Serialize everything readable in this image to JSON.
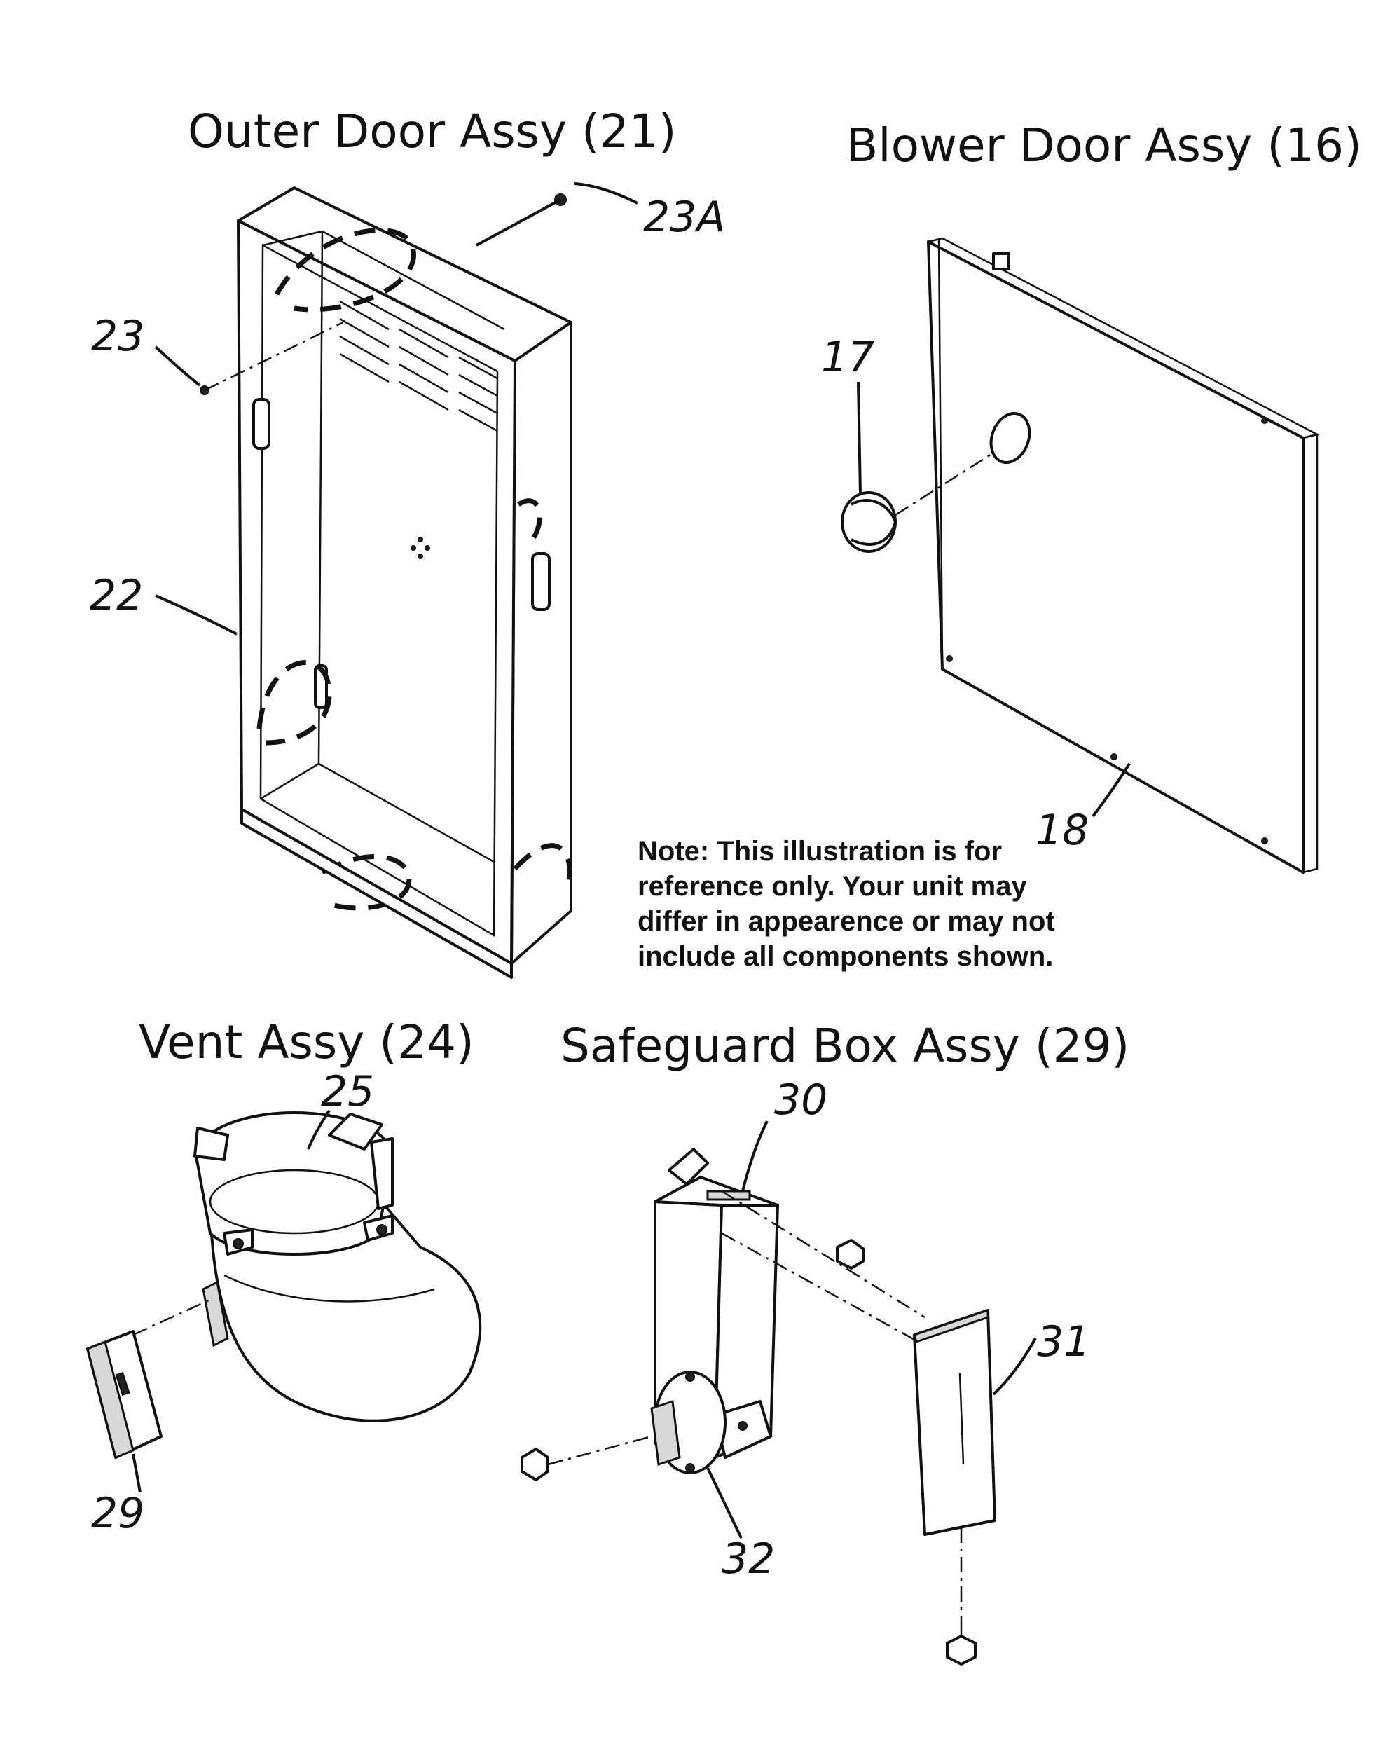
{
  "sections": {
    "outer_door": {
      "title": "Outer Door Assy (21)"
    },
    "blower_door": {
      "title": "Blower Door Assy (16)"
    },
    "vent": {
      "title": "Vent Assy (24)"
    },
    "safeguard_box": {
      "title": "Safeguard Box Assy (29)"
    }
  },
  "callouts": {
    "c17": "17",
    "c18": "18",
    "c22": "22",
    "c23": "23",
    "c23a": "23A",
    "c25": "25",
    "c29": "29",
    "c30": "30",
    "c31": "31",
    "c32": "32"
  },
  "note": {
    "line1": "Note: This illustration is for",
    "line2": "reference only. Your unit may",
    "line3": "differ in appearence or may not",
    "line4": "include all components shown."
  }
}
